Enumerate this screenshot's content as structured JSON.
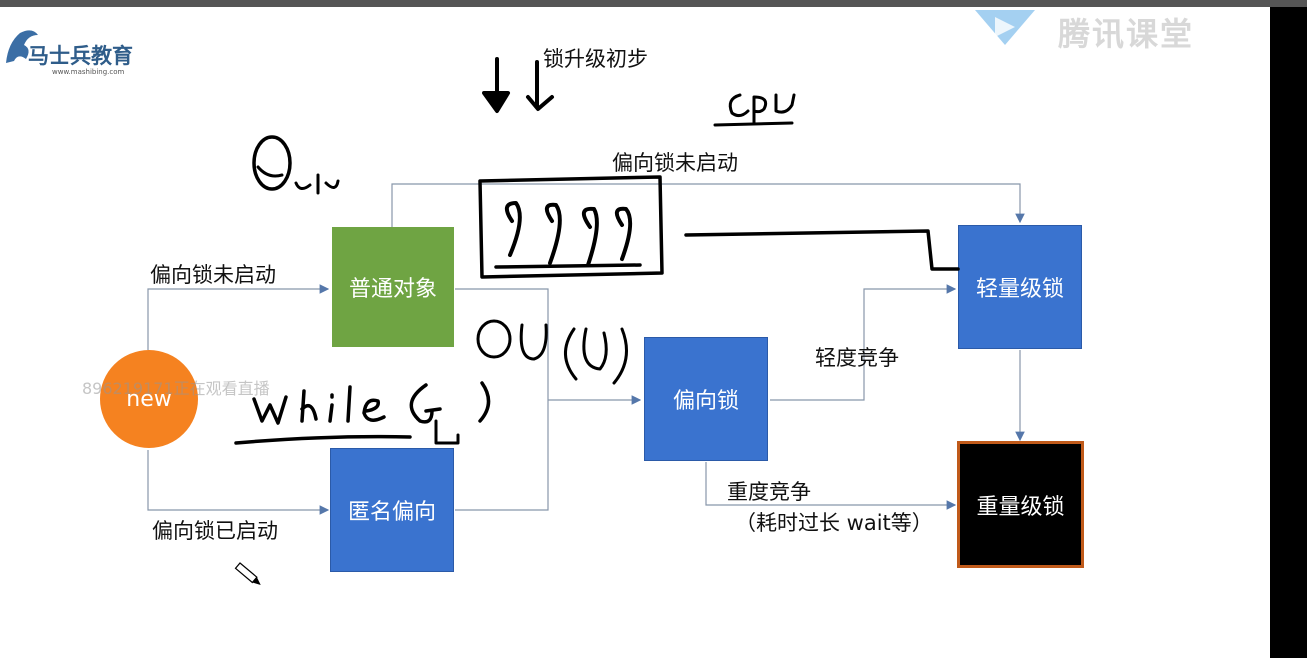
{
  "logo": {
    "name": "马士兵教育",
    "url": "www.mashibing.com"
  },
  "watermark": {
    "brand": "腾讯课堂",
    "viewers": "896219171正在观看直播"
  },
  "slide_title": "锁升级初步",
  "nodes": {
    "new": "new",
    "normal_object": "普通对象",
    "anonymous_biased": "匿名偏向",
    "biased_lock": "偏向锁",
    "lightweight_lock": "轻量级锁",
    "heavyweight_lock": "重量级锁"
  },
  "edge_labels": {
    "bias_not_started_top": "偏向锁未启动",
    "bias_not_started_left": "偏向锁未启动",
    "bias_started": "偏向锁已启动",
    "light_contention": "轻度竞争",
    "heavy_contention": "重度竞争",
    "heavy_contention_note": "（耗时过长 wait等）"
  },
  "colors": {
    "green": "#6fa443",
    "blue": "#3a73cf",
    "orange": "#f58220",
    "black": "#000000",
    "heavy_border": "#c05a1a"
  }
}
